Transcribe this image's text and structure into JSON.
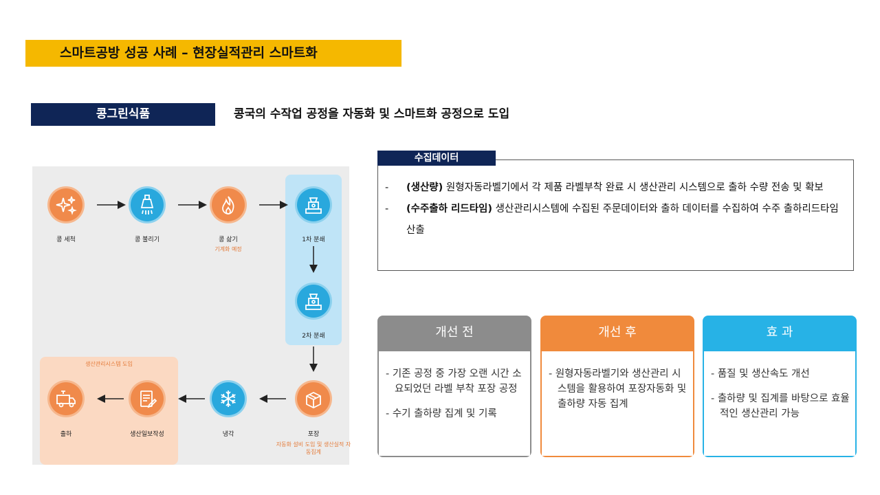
{
  "title": "스마트공방 성공 사례 – 현장실적관리 스마트화",
  "company": "콩그린식품",
  "subtitle": "콩국의 수작업 공정을 자동화 및 스마트화 공정으로 도입",
  "process": {
    "nodes": [
      {
        "label": "콩 세척",
        "icon": "sparkle-icon",
        "color": "orange"
      },
      {
        "label": "콩 불리기",
        "icon": "shower-icon",
        "color": "blue"
      },
      {
        "label": "콩 삶기",
        "icon": "fire-icon",
        "color": "orange",
        "note": "기계화 예정"
      },
      {
        "label": "1차 분쇄",
        "icon": "grinder-icon",
        "color": "blue"
      },
      {
        "label": "2차 분쇄",
        "icon": "grinder-icon",
        "color": "blue"
      },
      {
        "label": "포장",
        "icon": "box-icon",
        "color": "orange",
        "note": "자동화 설비 도입 및 생산실적 자동집계"
      },
      {
        "label": "냉각",
        "icon": "snowflake-icon",
        "color": "blue"
      },
      {
        "label": "생산일보작성",
        "icon": "report-icon",
        "color": "orange"
      },
      {
        "label": "출하",
        "icon": "truck-icon",
        "color": "orange"
      }
    ],
    "zone_label": "생산관리시스템 도입"
  },
  "data_box": {
    "tab": "수집데이터",
    "items": [
      {
        "dash": "-",
        "bold": "(생산량)",
        "text": " 원형자동라벨기에서 각 제품 라벨부착 완료 시 생산관리 시스템으로 출하 수량 전송 및 확보"
      },
      {
        "dash": "-",
        "bold": "(수주출하 리드타임)",
        "text": " 생산관리시스템에 수집된 주문데이터와 출하 데이터를 수집하여 수주 출하리드타임 산출"
      }
    ]
  },
  "cards": [
    {
      "title": "개선 전",
      "color": "#8c8c8c",
      "items": [
        "- 기존 공정 중 가장 오랜 시간 소요되었던 라벨 부착 포장 공정",
        "- 수기 출하량 집계 및 기록"
      ]
    },
    {
      "title": "개선 후",
      "color": "#f08a3c",
      "items": [
        "- 원형자동라벨기와 생산관리 시스템을 활용하여 포장자동화 및 출하량 자동 집계"
      ]
    },
    {
      "title": "효 과",
      "color": "#27b2e6",
      "items": [
        "- 품질 및 생산속도 개선",
        "- 출하량 및 집계를 바탕으로 효율적인 생산관리 가능"
      ]
    }
  ]
}
